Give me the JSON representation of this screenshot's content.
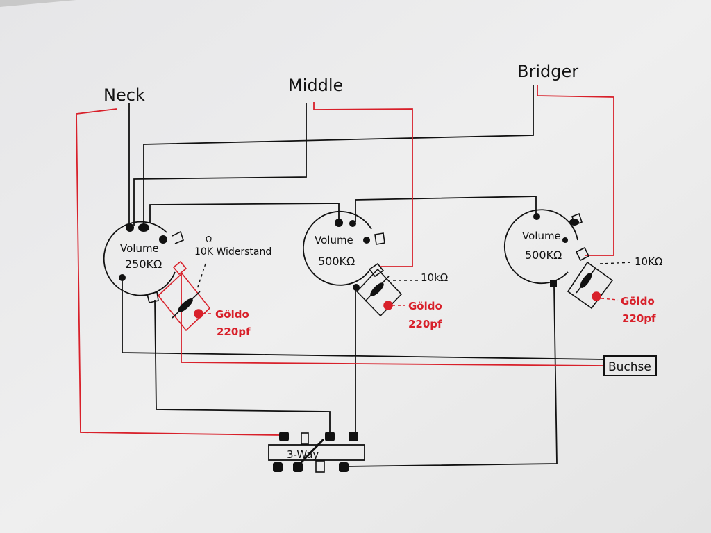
{
  "pickups": {
    "neck": "Neck",
    "middle": "Middle",
    "bridge": "Bridger"
  },
  "pots": [
    {
      "label": "Volume",
      "value": "250KΩ",
      "resistor": "10K Widerstand",
      "resistor_unit": "Ω",
      "cap_brand": "Göldo",
      "cap_value": "220pf"
    },
    {
      "label": "Volume",
      "value": "500KΩ",
      "resistor": "10kΩ",
      "cap_brand": "Göldo",
      "cap_value": "220pf"
    },
    {
      "label": "Volume",
      "value": "500KΩ",
      "resistor": "10KΩ",
      "cap_brand": "Göldo",
      "cap_value": "220pf"
    }
  ],
  "jack": "Buchse",
  "switch": "3-Way",
  "colors": {
    "ground_wire": "#111111",
    "hot_wire": "#d8202a",
    "paper": "#eeeeee"
  }
}
